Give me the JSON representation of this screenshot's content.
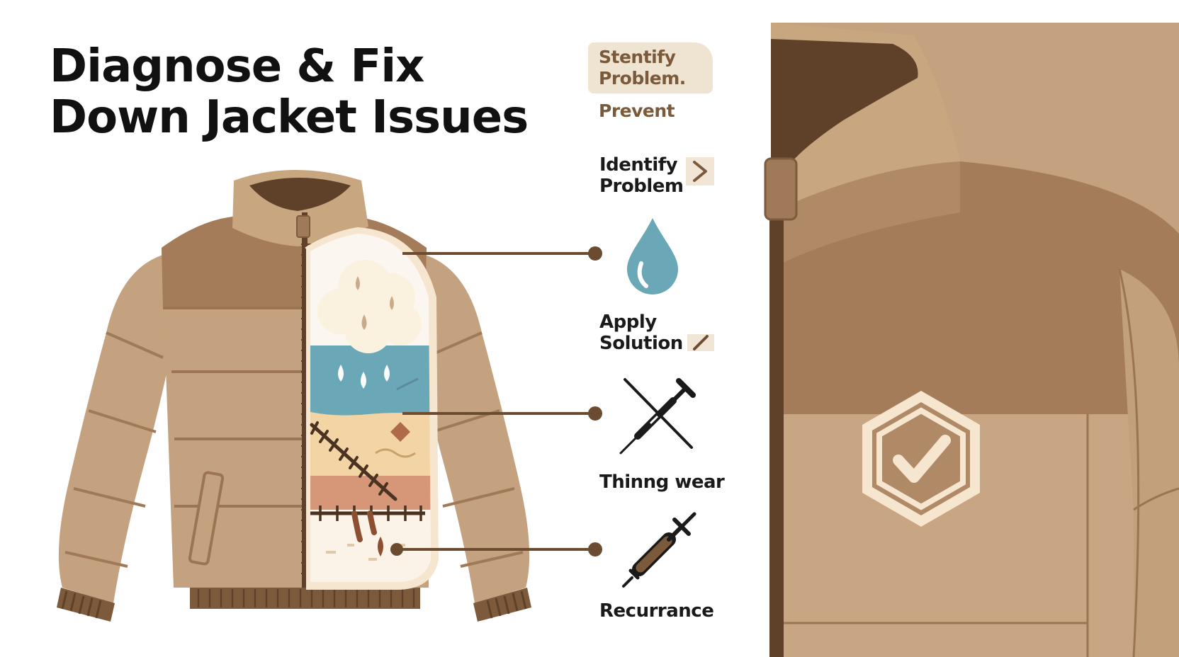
{
  "title": {
    "line1": "Diagnose & Fix",
    "line2": "Down Jacket Issues"
  },
  "tag": {
    "line1": "Stentify",
    "line2": "Problem."
  },
  "prevent": "Prevent",
  "steps": [
    {
      "line1": "Identify",
      "line2": "Problem",
      "icon": "chevron-right-icon"
    },
    {
      "line1": "Apply",
      "line2": "Solution",
      "icon": "slash-icon"
    },
    {
      "line1": "Thinng wear",
      "line2": "",
      "icon": "needle-crossed-icon"
    },
    {
      "line1": "Recurrance",
      "line2": "",
      "icon": "syringe-icon"
    }
  ],
  "icons": [
    "water-drop-icon",
    "needle-crossed-icon",
    "syringe-icon",
    "check-shield-icon",
    "cloud-rain-icon"
  ],
  "colors": {
    "jacket": "#c4a27f",
    "jacket_dark": "#a07a58",
    "collar_inner": "#5e4128",
    "water": "#6aa8b8",
    "cream": "#fbf1df"
  }
}
